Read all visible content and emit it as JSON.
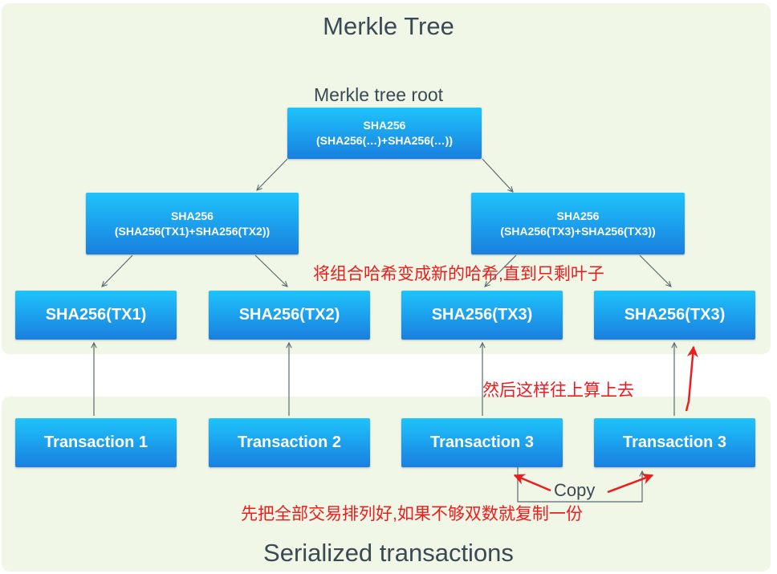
{
  "diagram": {
    "title": "Merkle Tree",
    "root_label": "Merkle tree root",
    "root": {
      "line1": "SHA256",
      "line2": "(SHA256(…)+SHA256(…))"
    },
    "level1_left": {
      "line1": "SHA256",
      "line2": "(SHA256(TX1)+SHA256(TX2))"
    },
    "level1_right": {
      "line1": "SHA256",
      "line2": "(SHA256(TX3)+SHA256(TX3))"
    },
    "leaves": [
      "SHA256(TX1)",
      "SHA256(TX2)",
      "SHA256(TX3)",
      "SHA256(TX3)"
    ],
    "transactions": [
      "Transaction 1",
      "Transaction 2",
      "Transaction 3",
      "Transaction 3"
    ],
    "copy_label": "Copy",
    "bottom_title": "Serialized transactions",
    "annotations": {
      "hash_combine": "将组合哈希变成新的哈希,直到只剩叶子",
      "calc_upwards": "然后这样往上算上去",
      "sort_duplicate": "先把全部交易排列好,如果不够双数就复制一份"
    },
    "colors": {
      "panel": "#f1f7e7",
      "node_top": "#1ec3fb",
      "node_bottom": "#1a7fdf",
      "connector": "#5a6a72",
      "annotation": "#ee1c1c"
    }
  }
}
